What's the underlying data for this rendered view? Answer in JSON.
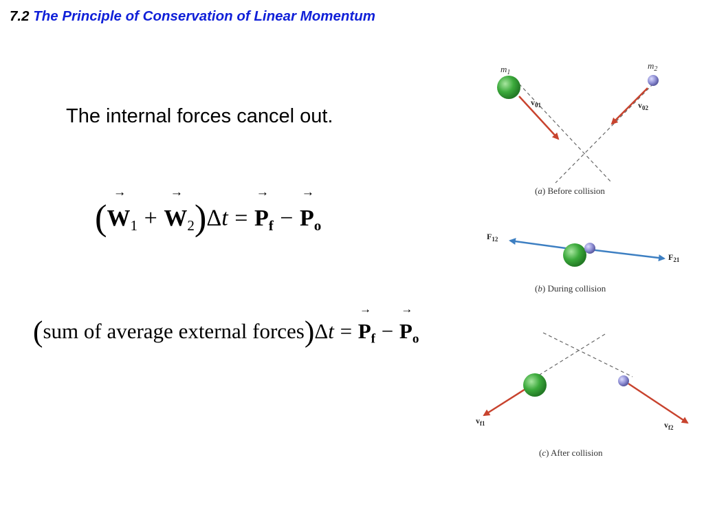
{
  "slide": {
    "title_number": "7.2",
    "title_text": "The Principle of Conservation of Linear Momentum",
    "body_text": "The internal forces cancel out."
  },
  "equation1": {
    "w1": "W",
    "w1_sub": "1",
    "plus": "+",
    "w2": "W",
    "w2_sub": "2",
    "delta": "Δ",
    "t": "t",
    "equals": "=",
    "pf": "P",
    "pf_sub": "f",
    "minus": "−",
    "po": "P",
    "po_sub": "o"
  },
  "equation2": {
    "lhs_text": "sum of average external forces",
    "delta": "Δ",
    "t": "t",
    "equals": "=",
    "pf": "P",
    "pf_sub": "f",
    "minus": "−",
    "po": "P",
    "po_sub": "o"
  },
  "diagram": {
    "mass1_label": "m",
    "mass1_sub": "1",
    "mass2_label": "m",
    "mass2_sub": "2",
    "v01": "v",
    "v01_sub": "01",
    "v02": "v",
    "v02_sub": "02",
    "F12": "F",
    "F12_sub": "12",
    "F21": "F",
    "F21_sub": "21",
    "vf1": "v",
    "vf1_sub": "f1",
    "vf2": "v",
    "vf2_sub": "f2",
    "caption_a_letter": "a",
    "caption_a_text": "Before collision",
    "caption_b_letter": "b",
    "caption_b_text": "During collision",
    "caption_c_letter": "c",
    "caption_c_text": "After collision",
    "colors": {
      "red_arrow": "#c8432e",
      "blue_arrow": "#3d7fc2",
      "green_ball": "#3caa3c",
      "purple_ball": "#8f8fd4",
      "title_blue": "#1020d8"
    },
    "icons": [
      "mass1-green-sphere",
      "mass2-purple-sphere",
      "velocity-arrow",
      "force-arrow"
    ]
  }
}
